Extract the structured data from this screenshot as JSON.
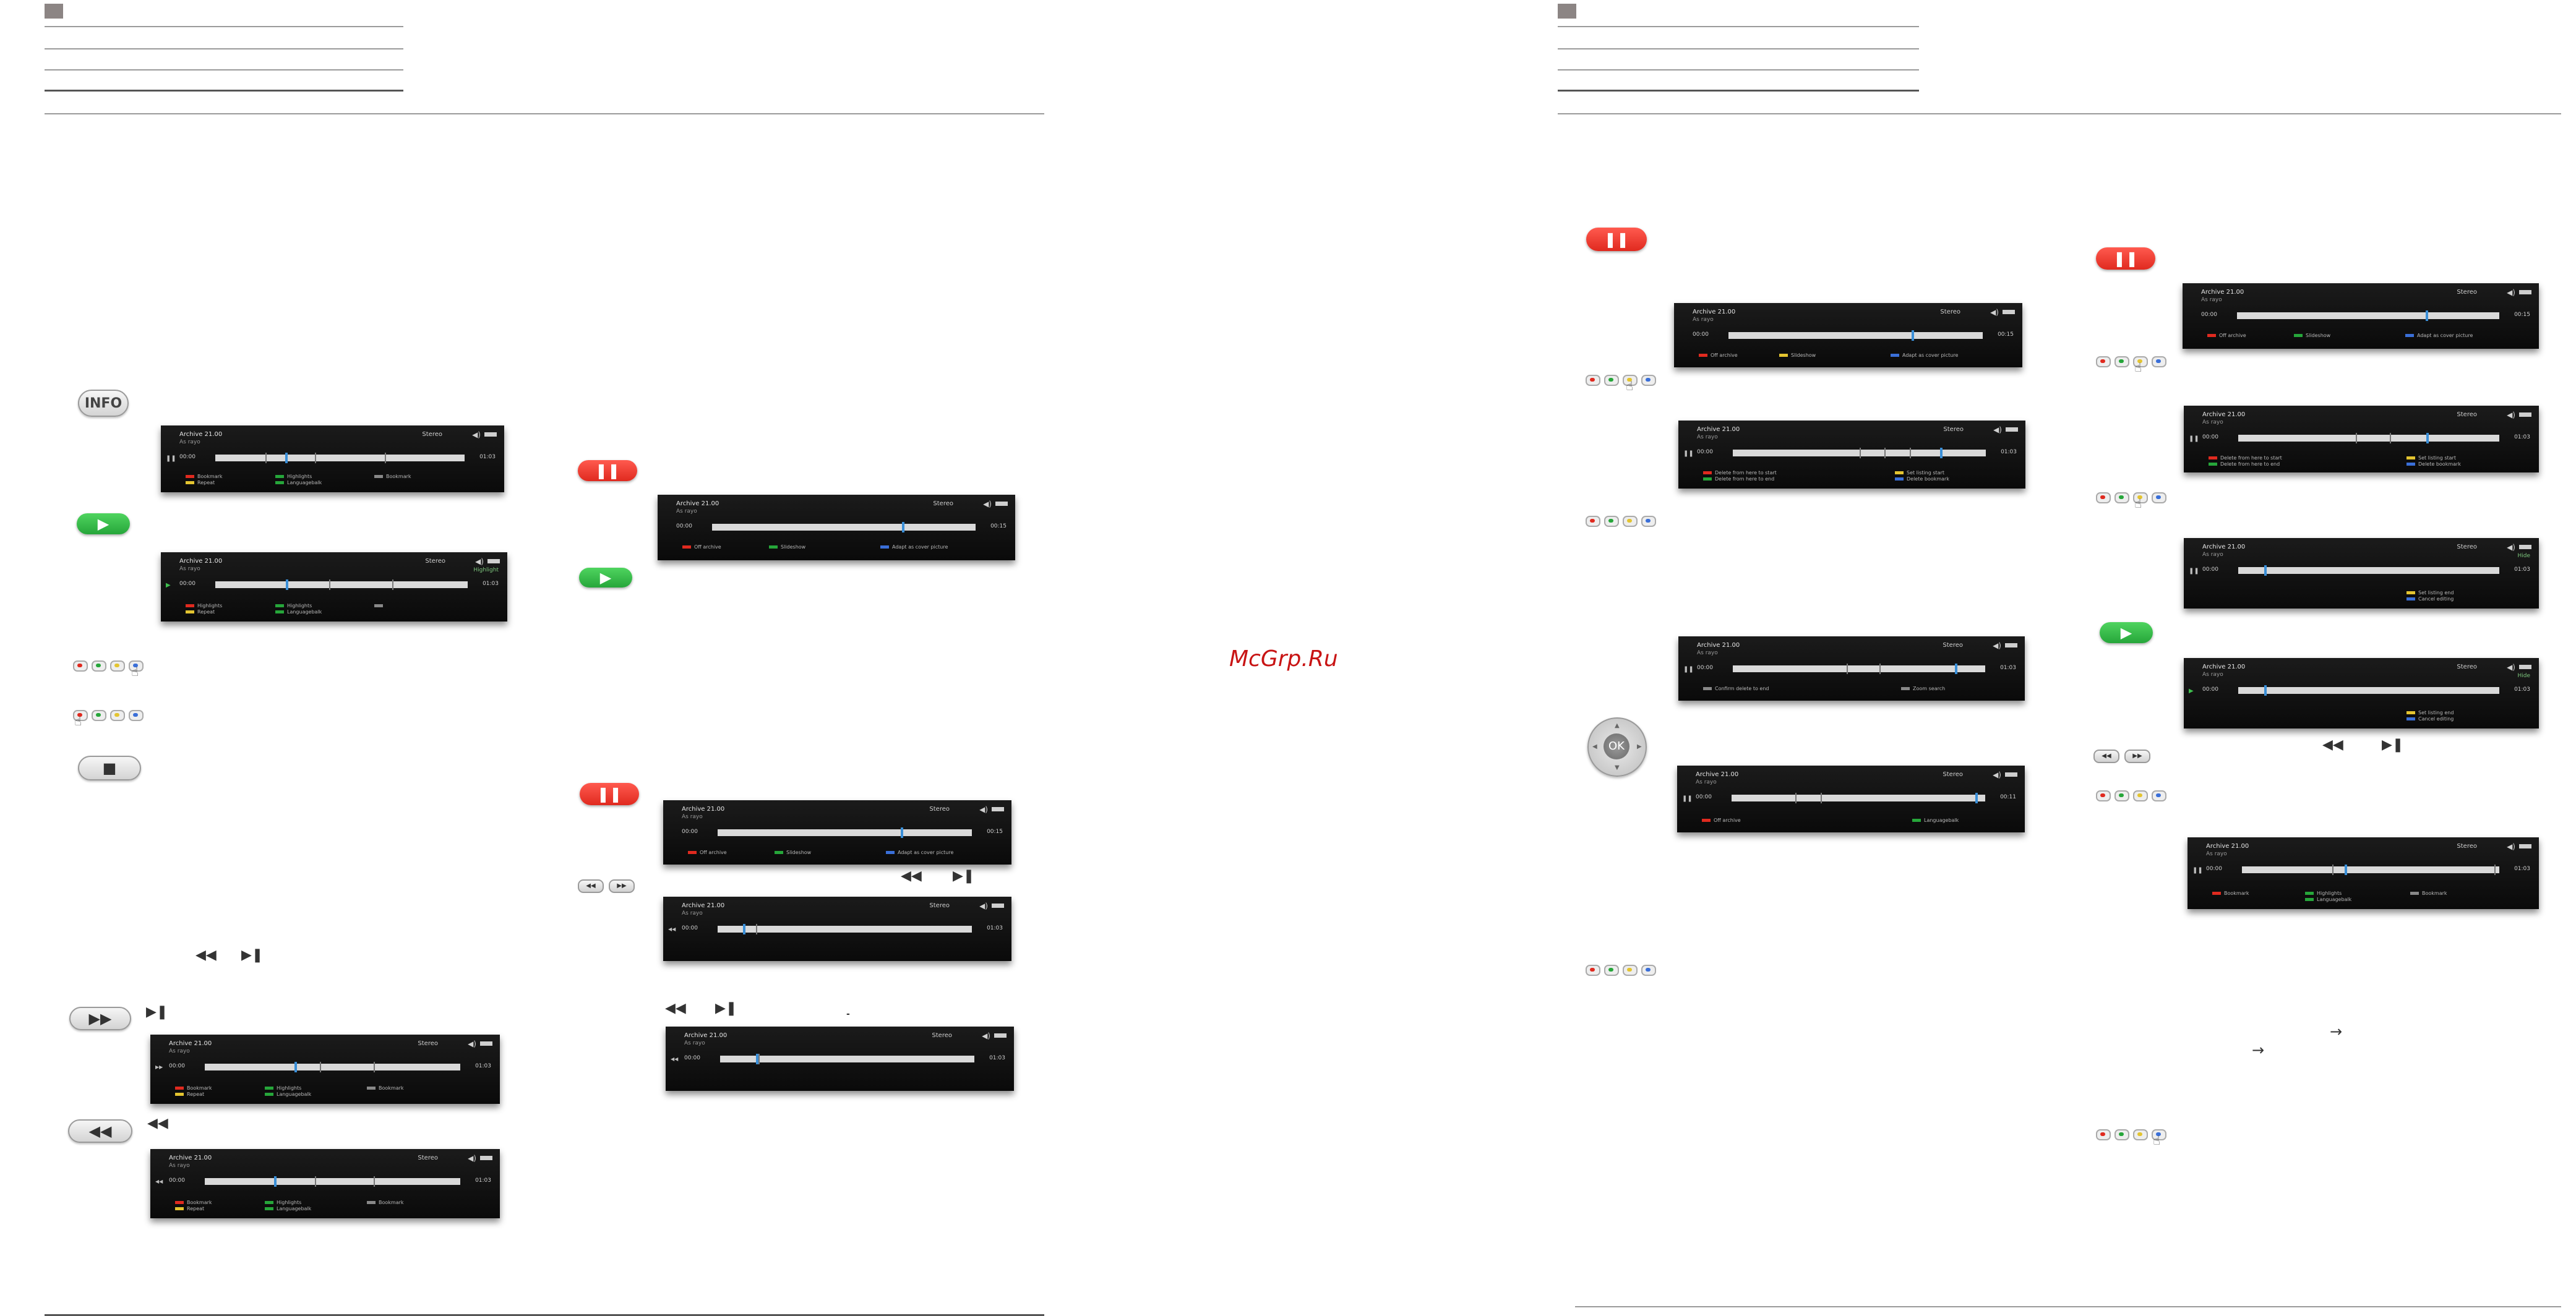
{
  "watermark": "McGrp.Ru",
  "colors": {
    "red": "#e02a1f",
    "green": "#26a63a",
    "yellow": "#e3c430",
    "blue": "#3a6fd8",
    "osd_bg": "#111111"
  },
  "buttons": {
    "info": "INFO",
    "pause_glyph": "❚❚",
    "play_glyph": "▶",
    "stop_glyph": "■",
    "ffwd_glyph": "▶▶",
    "rew_glyph": "◀◀",
    "skip_back_glyph": "◀◀",
    "skip_fwd_glyph": "▶▶",
    "ok_glyph": "OK"
  },
  "icons": {
    "hand": "pointing-hand-icon",
    "nav": "navigation-ring-icon"
  },
  "small_marks": {
    "rew": "◀◀",
    "fwd": "▶▶",
    "skip_back": "◀◀",
    "skip_fwd": "▶❚",
    "arrow": "→",
    "dash": "-"
  },
  "osd": {
    "title": "Archive 21.00",
    "subtitle": "As rayo",
    "stereo": "Stereo",
    "speaker": "◀)",
    "highlight": "Highlight",
    "time_start": "00:00",
    "end_a": "01:03",
    "end_b": "00:15",
    "end_c": "00:11",
    "pause_icon": "❚❚",
    "play_icon": "▶",
    "legend": {
      "bookmark": "Bookmark",
      "highlights": "Highlights",
      "repeat": "Repeat",
      "language": "Languagebalk",
      "off": "Off archive",
      "slideshow": "Slideshow",
      "adapt": "Adapt as cover picture",
      "delete_start": "Delete from here to start",
      "delete_end": "Delete from here to end",
      "set_start": "Set listing start",
      "delete_bookmark": "Delete bookmark",
      "confirm": "Confirm delete to end",
      "zoom": "Zoom search",
      "cancel": "Cancel editing",
      "set_end": "Set listing end",
      "hide": "Hide"
    }
  }
}
